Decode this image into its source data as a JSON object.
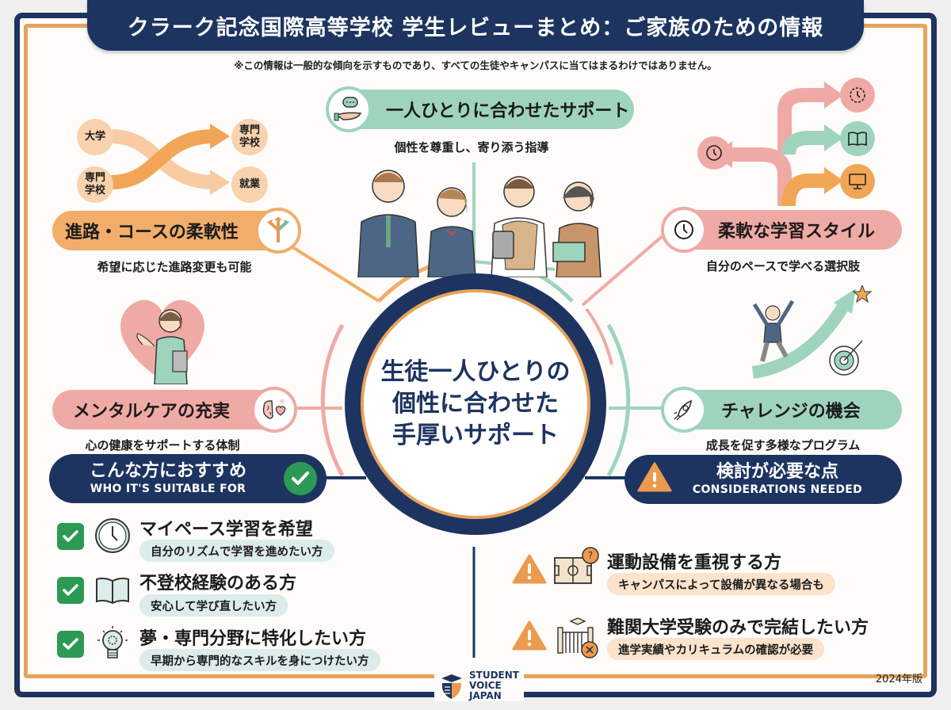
{
  "header": {
    "title": "クラーク記念国際高等学校 学生レビューまとめ：ご家族のための情報",
    "disclaimer": "※この情報は一般的な傾向を示すものであり、すべての生徒やキャンパスに当てはまるわけではありません。"
  },
  "center": {
    "line1": "生徒一人ひとりの",
    "line2": "個性に合わせた",
    "line3": "手厚いサポート"
  },
  "features": {
    "career": {
      "title": "進路・コースの柔軟性",
      "subtitle": "希望に応じた進路変更も可能",
      "icon": "split-arrow-icon",
      "color": "#f2ad6a",
      "diagram_nodes": [
        "大学",
        "専門\n学校",
        "専門\n学校",
        "就業"
      ]
    },
    "support": {
      "title": "一人ひとりに合わせたサポート",
      "subtitle": "個性を尊重し、寄り添う指導",
      "icon": "helping-hand-chat-icon",
      "color": "#9fd4bc"
    },
    "learning": {
      "title": "柔軟な学習スタイル",
      "subtitle": "自分のペースで学べる選択肢",
      "icon": "clock-icon",
      "color": "#f0aaa5"
    },
    "mental": {
      "title": "メンタルケアの充実",
      "subtitle": "心の健康をサポートする体制",
      "icon": "brain-heart-icon",
      "color": "#f0aaa5"
    },
    "challenge": {
      "title": "チャレンジの機会",
      "subtitle": "成長を促す多様なプログラム",
      "icon": "rocket-icon",
      "color": "#9fd4bc"
    }
  },
  "suitable": {
    "header_jp": "こんな方におすすめ",
    "header_en": "WHO IT'S SUITABLE FOR",
    "items": [
      {
        "title": "マイペース学習を希望",
        "detail": "自分のリズムで学習を進めたい方",
        "icon": "clock-icon"
      },
      {
        "title": "不登校経験のある方",
        "detail": "安心して学び直したい方",
        "icon": "book-icon"
      },
      {
        "title": "夢・専門分野に特化したい方",
        "detail": "早期から専門的なスキルを身につけたい方",
        "icon": "lightbulb-gear-icon"
      }
    ]
  },
  "considerations": {
    "header_jp": "検討が必要な点",
    "header_en": "CONSIDERATIONS NEEDED",
    "items": [
      {
        "title": "運動設備を重視する方",
        "detail": "キャンパスによって設備が異なる場合も",
        "icon": "sports-field-question-icon"
      },
      {
        "title": "難関大学受験のみで完結したい方",
        "detail": "進学実績やカリキュラムの確認が必要",
        "icon": "university-gate-x-icon"
      }
    ]
  },
  "footer": {
    "logo_line1": "STUDENT",
    "logo_line2": "VOICE",
    "logo_line3": "JAPAN",
    "edition": "2024年版"
  },
  "colors": {
    "navy": "#1d3461",
    "orange": "#f2ad6a",
    "green": "#9fd4bc",
    "pink": "#f0aaa5",
    "check_green": "#2c9a55",
    "warn_orange": "#ec9a4e"
  }
}
